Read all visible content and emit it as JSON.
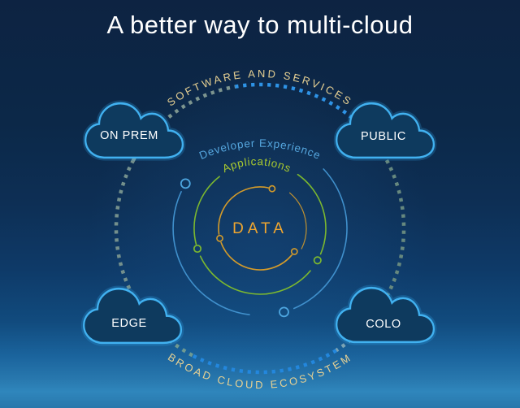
{
  "title": "A better way to multi-cloud",
  "diagram": {
    "outer_ring": {
      "top_label": "SOFTWARE AND SERVICES",
      "bottom_label": "BROAD CLOUD ECOSYSTEM"
    },
    "layers": {
      "developer_experience": "Developer Experience",
      "applications": "Applications",
      "data": "DATA"
    },
    "clouds": [
      {
        "id": "on-prem",
        "label": "ON PREM",
        "position": "top-left"
      },
      {
        "id": "public",
        "label": "PUBLIC",
        "position": "top-right"
      },
      {
        "id": "edge",
        "label": "EDGE",
        "position": "bottom-left"
      },
      {
        "id": "colo",
        "label": "COLO",
        "position": "bottom-right"
      }
    ],
    "colors": {
      "background_top": "#0d2342",
      "background_bottom": "#2f86bc",
      "cloud_outline": "#41b1f0",
      "cloud_fill": "#0e3a5e",
      "gold_label": "#e7d193",
      "data_gold": "#f0a62f",
      "applications_green": "#a8c92f",
      "developer_blue": "#55a6de",
      "ring_gold": "#d49b2a",
      "ring_green": "#7cb82f",
      "ring_blue": "#4090cc",
      "dash_bright_blue": "#2e93e6",
      "dash_muted_sage": "#74908c"
    }
  }
}
